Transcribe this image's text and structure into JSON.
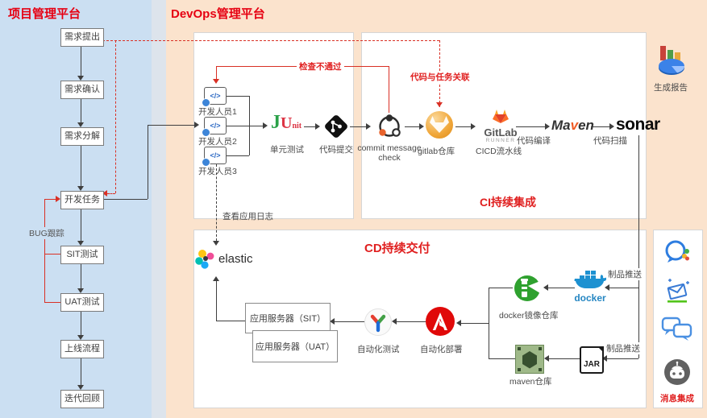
{
  "colors": {
    "accent_red": "#e60012",
    "line_red": "#d93025",
    "left_bg": "#cbdff2",
    "right_bg": "#fbe3cd"
  },
  "left_panel": {
    "title": "项目管理平台",
    "bug_label": "BUG跟踪",
    "flow": [
      "需求提出",
      "需求确认",
      "需求分解",
      "开发任务",
      "SIT测试",
      "UAT测试",
      "上线流程",
      "迭代回顾"
    ]
  },
  "devops": {
    "title": "DevOps管理平台",
    "ci_section_label": "CI持续集成",
    "cd_section_label": "CD持续交付",
    "check_fail_label": "检查不通过",
    "code_task_link_label": "代码与任务关联",
    "view_logs_label": "查看应用日志",
    "dev_icon_glyph": "</>",
    "developers": [
      "开发人员1",
      "开发人员2",
      "开发人员3"
    ],
    "junit": {
      "j": "J",
      "u": "U",
      "nit": "nit",
      "label": "单元测试"
    },
    "git_commit_label": "代码提交",
    "commit_check_label": "commit message check",
    "gitlab_label": "gitlab仓库",
    "runner": {
      "name": "GitLab",
      "sub": "RUNNER",
      "label": "CICD流水线"
    },
    "maven": {
      "ma": "Ma",
      "v": "v",
      "en": "en",
      "label": "代码编译"
    },
    "sonar": {
      "name": "sonar",
      "label": "代码扫描"
    },
    "report_label": "生成报告",
    "message_integration_label": "消息集成",
    "cd": {
      "elastic_name": "elastic",
      "app_server_sit": "应用服务器（SIT）",
      "app_server_uat": "应用服务器（UAT）",
      "auto_test_label": "自动化测试",
      "auto_deploy_label": "自动化部署",
      "harbor_label": "docker镜像仓库",
      "docker_name": "docker",
      "nexus_label": "maven仓库",
      "jar_label": "JAR",
      "artifact_push_docker": "制品推送",
      "artifact_push_jar": "制品推送"
    }
  }
}
